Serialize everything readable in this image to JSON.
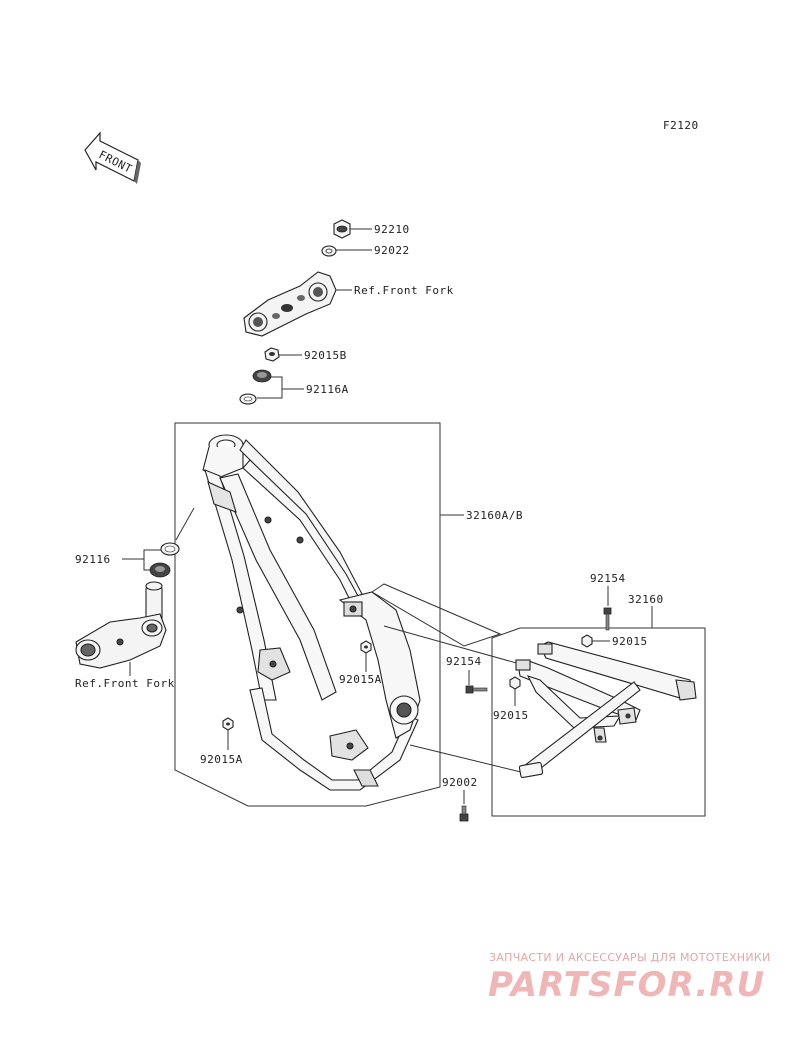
{
  "figure_code": "F2120",
  "front_arrow_label": "FRONT",
  "labels": {
    "p92210": "92210",
    "p92022": "92022",
    "ref_front_fork_top": "Ref.Front Fork",
    "p92015B": "92015B",
    "p92116A": "92116A",
    "p32160AB": "32160A/B",
    "p92116": "92116",
    "ref_front_fork_bottom": "Ref.Front Fork",
    "p92015A_center": "92015A",
    "p92015A_bottom": "92015A",
    "p92154_top": "92154",
    "p32160": "32160",
    "p92015_top": "92015",
    "p92154_mid": "92154",
    "p92015_mid": "92015",
    "p92002": "92002"
  },
  "watermark": {
    "caption": "ЗАПЧАСТИ И АКСЕССУАРЫ ДЛЯ МОТОТЕХНИКИ",
    "brand": "PARTSFOR.RU"
  }
}
